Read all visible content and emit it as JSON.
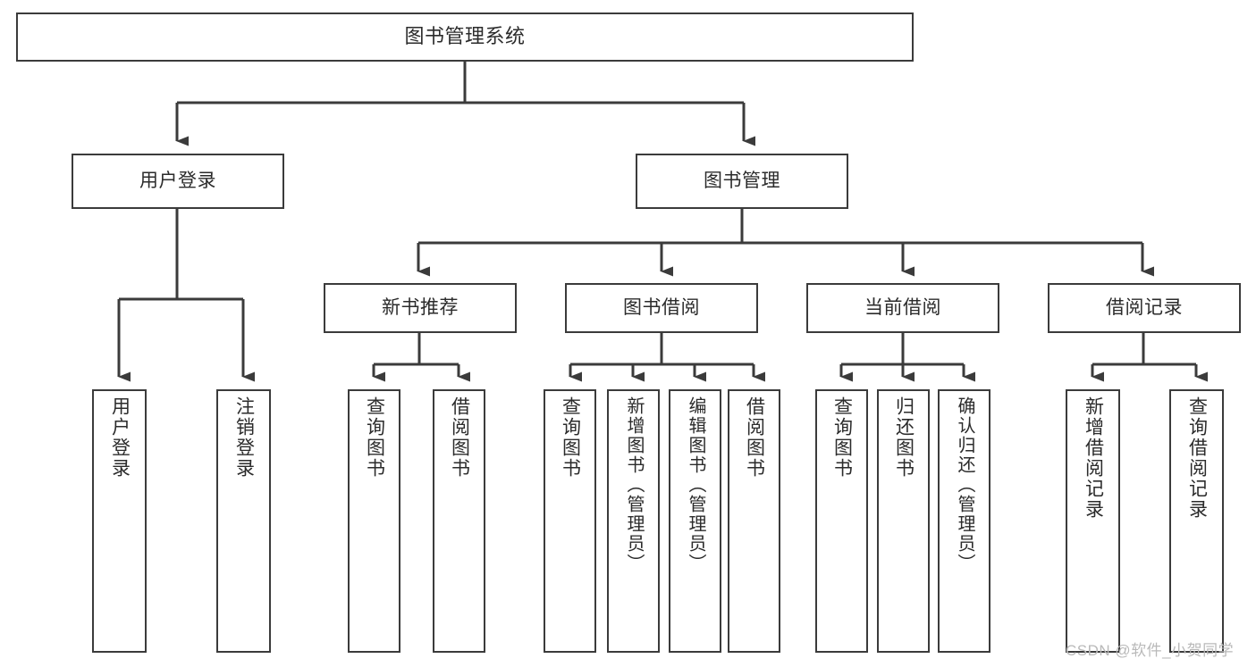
{
  "diagram": {
    "title": "图书管理系统",
    "type": "tree",
    "orientation": "top-down",
    "line_color": "#3b3b3b",
    "box_fill": "#ffffff",
    "text_color": "#2b2b2b",
    "nodes": {
      "root": {
        "label": "图书管理系统"
      },
      "level2": [
        {
          "label": "用户登录"
        },
        {
          "label": "图书管理"
        }
      ],
      "level3": [
        {
          "label": "新书推荐"
        },
        {
          "label": "图书借阅"
        },
        {
          "label": "当前借阅"
        },
        {
          "label": "借阅记录"
        }
      ],
      "leaves_user_login": [
        {
          "label": "用户登录"
        },
        {
          "label": "注销登录"
        }
      ],
      "leaves_new_book": [
        {
          "label": "查询图书"
        },
        {
          "label": "借阅图书"
        }
      ],
      "leaves_borrow": [
        {
          "label": "查询图书"
        },
        {
          "label": "新增图书（管理员）"
        },
        {
          "label": "编辑图书（管理员）"
        },
        {
          "label": "借阅图书"
        }
      ],
      "leaves_current": [
        {
          "label": "查询图书"
        },
        {
          "label": "归还图书"
        },
        {
          "label": "确认归还（管理员）"
        }
      ],
      "leaves_record": [
        {
          "label": "新增借阅记录"
        },
        {
          "label": "查询借阅记录"
        }
      ]
    }
  },
  "watermark": {
    "text": "CSDN @软件_小贺同学",
    "color": "#b9b9b9"
  }
}
